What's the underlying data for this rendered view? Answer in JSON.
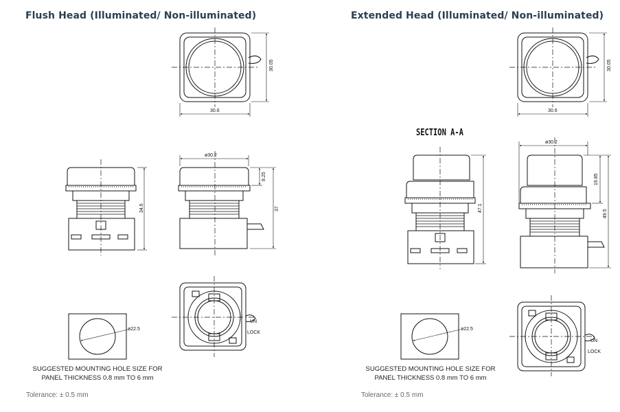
{
  "headings": {
    "flush": "Flush Head (Illuminated/ Non-illuminated)",
    "extended": "Extended Head (Illuminated/ Non-illuminated)"
  },
  "section_label": "SECTION A-A",
  "flush": {
    "dims": {
      "width": "30.6",
      "height": "30.05",
      "dia": "ø30.2",
      "head": "8.25",
      "total": "37",
      "side": "34.6",
      "hole": "ø22.5"
    },
    "lock_label": "LOCK",
    "unlock_label": "UN"
  },
  "extended": {
    "dims": {
      "width": "30.6",
      "height": "30.05",
      "dia": "ø30.2",
      "head": "19.85",
      "total": "49.5",
      "side": "47.1",
      "hole": "ø22.5"
    },
    "lock_label": "LOCK",
    "unlock_label": "UN"
  },
  "mounting_note": {
    "line1": "SUGGESTED MOUNTING HOLE SIZE FOR",
    "line2": "PANEL THICKNESS 0.8 mm TO 6 mm"
  },
  "tolerance": "Tolerance: ± 0.5 mm"
}
